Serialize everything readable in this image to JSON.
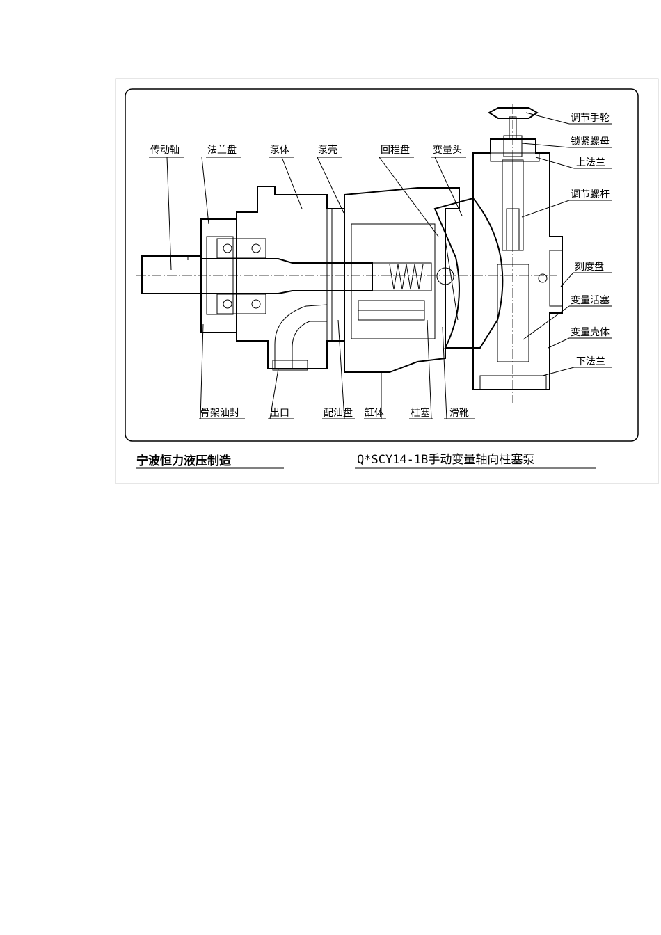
{
  "labels": {
    "drive_shaft": "传动轴",
    "flange_plate": "法兰盘",
    "pump_body": "泵体",
    "pump_shell": "泵壳",
    "return_plate": "回程盘",
    "variable_head": "变量头",
    "adjust_handwheel": "调节手轮",
    "lock_nut": "锁紧螺母",
    "upper_flange": "上法兰",
    "adjust_screw": "调节螺杆",
    "dial": "刻度盘",
    "variable_piston": "变量活塞",
    "variable_housing": "变量壳体",
    "lower_flange": "下法兰",
    "skeleton_seal": "骨架油封",
    "outlet": "出口",
    "valve_plate": "配油盘",
    "cylinder_block": "缸体",
    "plunger": "柱塞",
    "slipper": "滑靴"
  },
  "footer": {
    "manufacturer": "宁波恒力液压制造",
    "model": "Q*SCY14-1B手动变量轴向柱塞泵"
  }
}
